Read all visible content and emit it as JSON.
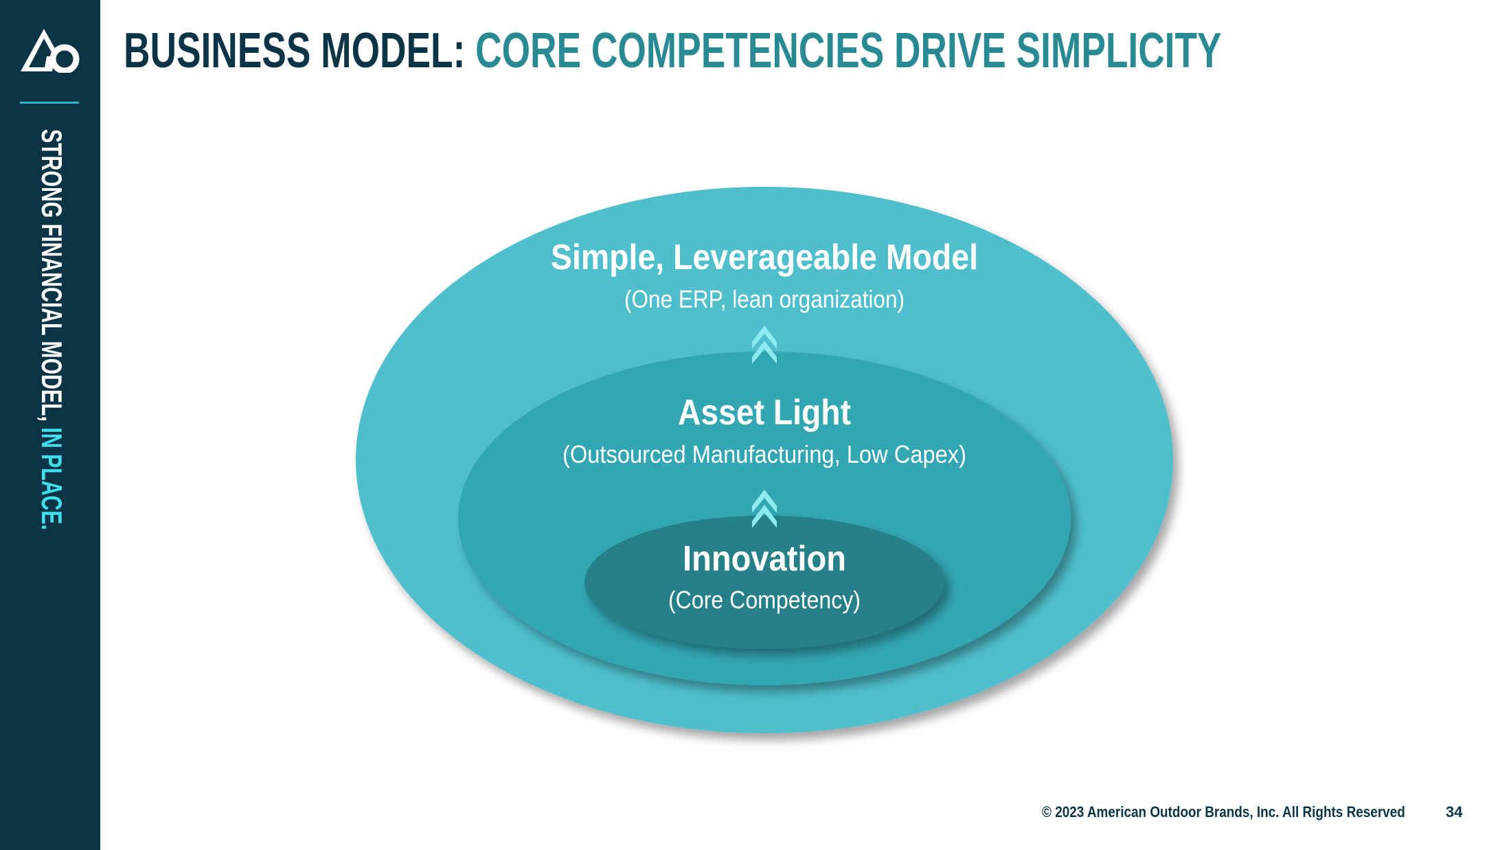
{
  "title": {
    "part1": "BUSINESS MODEL: ",
    "part2": "CORE COMPETENCIES DRIVE SIMPLICITY"
  },
  "sidebar": {
    "text_main": "STRONG FINANCIAL MODEL, ",
    "text_accent": "IN PLACE."
  },
  "diagram": {
    "outer": {
      "title": "Simple, Leverageable Model",
      "subtitle": "(One ERP, lean organization)"
    },
    "middle": {
      "title": "Asset Light",
      "subtitle": "(Outsourced Manufacturing, Low Capex)"
    },
    "inner": {
      "title": "Innovation",
      "subtitle": "(Core Competency)"
    }
  },
  "footer": {
    "copyright": "© 2023 American Outdoor Brands, Inc. All Rights Reserved",
    "page_number": "34"
  },
  "colors": {
    "sidebar_bg": "#0b3546",
    "title_dark": "#0b3546",
    "title_teal": "#2a8a94",
    "accent": "#3fe0ee",
    "outer_ellipse": "#4fbfcd",
    "middle_ellipse": "#31a6b3",
    "inner_ellipse": "#258089",
    "chevron": "#8ceaf0"
  },
  "icons": {
    "logo": "brand-logo-icon",
    "arrow": "double-chevron-up-icon"
  }
}
